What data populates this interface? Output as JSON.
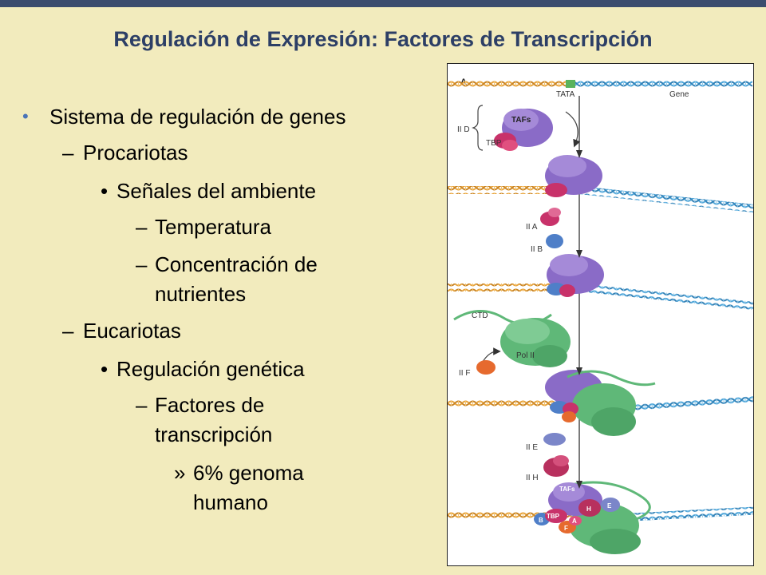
{
  "slide": {
    "title": "Regulación de Expresión: Factores de Transcripción"
  },
  "outline": {
    "l1": {
      "bullet": "•",
      "text": "Sistema de regulación de genes"
    },
    "l2a": {
      "bullet": "–",
      "text": "Procariotas"
    },
    "l3a": {
      "bullet": "•",
      "text": "Señales del ambiente"
    },
    "l4a": {
      "bullet": "–",
      "text": "Temperatura"
    },
    "l4b": {
      "bullet": "–",
      "line1": "Concentración de",
      "line2": "nutrientes"
    },
    "l2b": {
      "bullet": "–",
      "text": "Eucariotas"
    },
    "l3b": {
      "bullet": "•",
      "text": "Regulación genética"
    },
    "l4c": {
      "bullet": "–",
      "line1": "Factores de",
      "line2": "transcripción"
    },
    "l5a": {
      "bullet": "»",
      "line1": "6% genoma",
      "line2": "humano"
    }
  },
  "figure": {
    "panel_label": "A",
    "tata_label": "TATA",
    "gene_label": "Gene",
    "iid_label": "II D",
    "tafs_label": "TAFs",
    "tbp_label": "TBP",
    "iia_label": "II A",
    "iib_label": "II B",
    "ctd_label": "CTD",
    "pol2_label": "Pol II",
    "iif_label": "II F",
    "iie_label": "II E",
    "iih_label": "II H",
    "final_tafs": "TAFs",
    "final_tbp": "TBP",
    "final_h": "H",
    "final_e": "E",
    "final_b": "B",
    "final_a": "A",
    "final_f": "F",
    "colors": {
      "dna_left": "#e8a33a",
      "dna_right": "#4aa3d8",
      "tfiid": "#8a6bc7",
      "tbp": "#c8326a",
      "pol2": "#5fb878",
      "iif": "#e66a2e",
      "iib": "#4f7fc8",
      "iih": "#b8305e",
      "iie": "#7b86c9"
    }
  }
}
